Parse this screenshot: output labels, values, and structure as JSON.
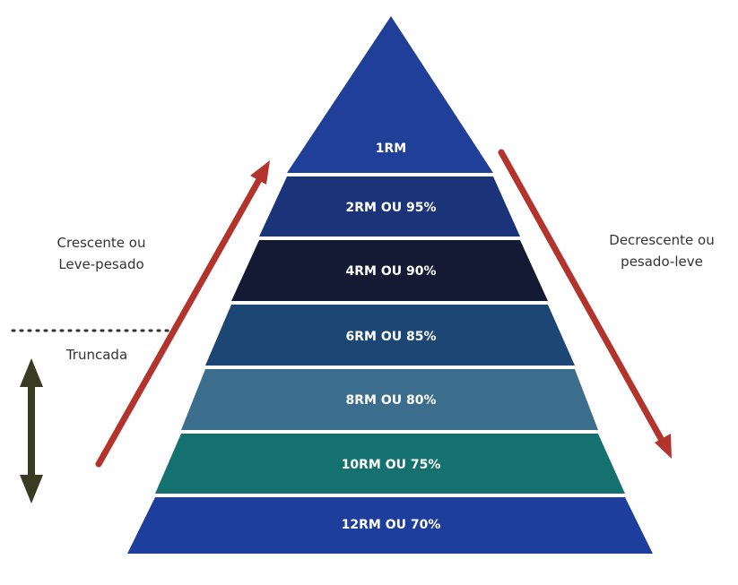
{
  "pyramid": {
    "tiers": [
      {
        "label": "1RM",
        "color": "#203f98"
      },
      {
        "label": "2RM OU 95%",
        "color": "#1b3378"
      },
      {
        "label": "4RM OU 90%",
        "color": "#141a33"
      },
      {
        "label": "6RM OU 85%",
        "color": "#1c4673"
      },
      {
        "label": "8RM OU 80%",
        "color": "#3a6e8c"
      },
      {
        "label": "10RM OU 75%",
        "color": "#15716f"
      },
      {
        "label": "12RM OU 70%",
        "color": "#1d3e9c"
      }
    ]
  },
  "left_arrow": {
    "label_line1": "Crescente ou",
    "label_line2": "Leve-pesado",
    "color": "#b3332d"
  },
  "right_arrow": {
    "label_line1": "Decrescente ou",
    "label_line2": "pesado-leve",
    "color": "#b3332d"
  },
  "truncated": {
    "label": "Truncada",
    "arrow_color": "#3b3a22"
  }
}
